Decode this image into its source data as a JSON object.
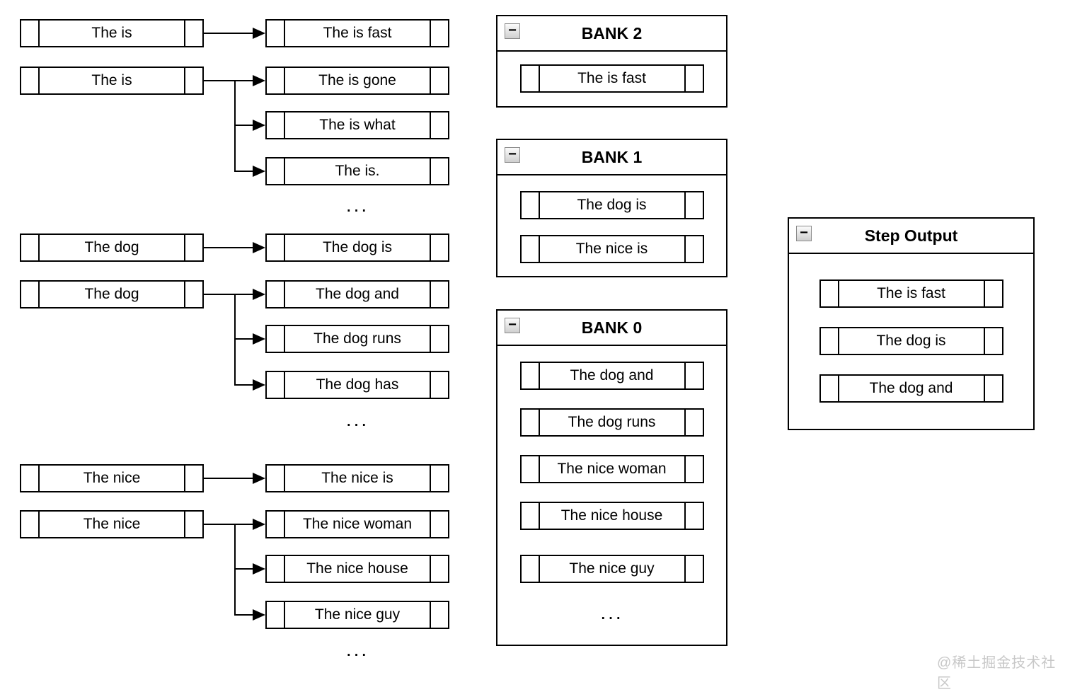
{
  "diagram": {
    "groups": [
      {
        "id": "the-is",
        "sources": [
          "The is",
          "The is"
        ],
        "targets": [
          "The is fast",
          "The is gone",
          "The is what",
          "The is."
        ],
        "more": "..."
      },
      {
        "id": "the-dog",
        "sources": [
          "The dog",
          "The dog"
        ],
        "targets": [
          "The dog is",
          "The dog and",
          "The dog runs",
          "The dog has"
        ],
        "more": "..."
      },
      {
        "id": "the-nice",
        "sources": [
          "The nice",
          "The nice"
        ],
        "targets": [
          "The nice is",
          "The nice woman",
          "The nice house",
          "The nice guy"
        ],
        "more": "..."
      }
    ],
    "panels": {
      "bank2": {
        "title": "BANK 2",
        "items": [
          "The is fast"
        ]
      },
      "bank1": {
        "title": "BANK 1",
        "items": [
          "The dog is",
          "The nice is"
        ]
      },
      "bank0": {
        "title": "BANK 0",
        "items": [
          "The dog and",
          "The dog runs",
          "The nice woman",
          "The nice house",
          "The nice guy"
        ],
        "more": "..."
      },
      "step_output": {
        "title": "Step Output",
        "items": [
          "The is fast",
          "The dog is",
          "The dog and"
        ]
      }
    }
  },
  "icons": {
    "collapse_glyph": "−"
  },
  "colors": {
    "line": "#000000",
    "background": "#ffffff",
    "watermark_text": "#c8c8c8"
  },
  "watermark": {
    "text": "@稀土掘金技术社区"
  }
}
